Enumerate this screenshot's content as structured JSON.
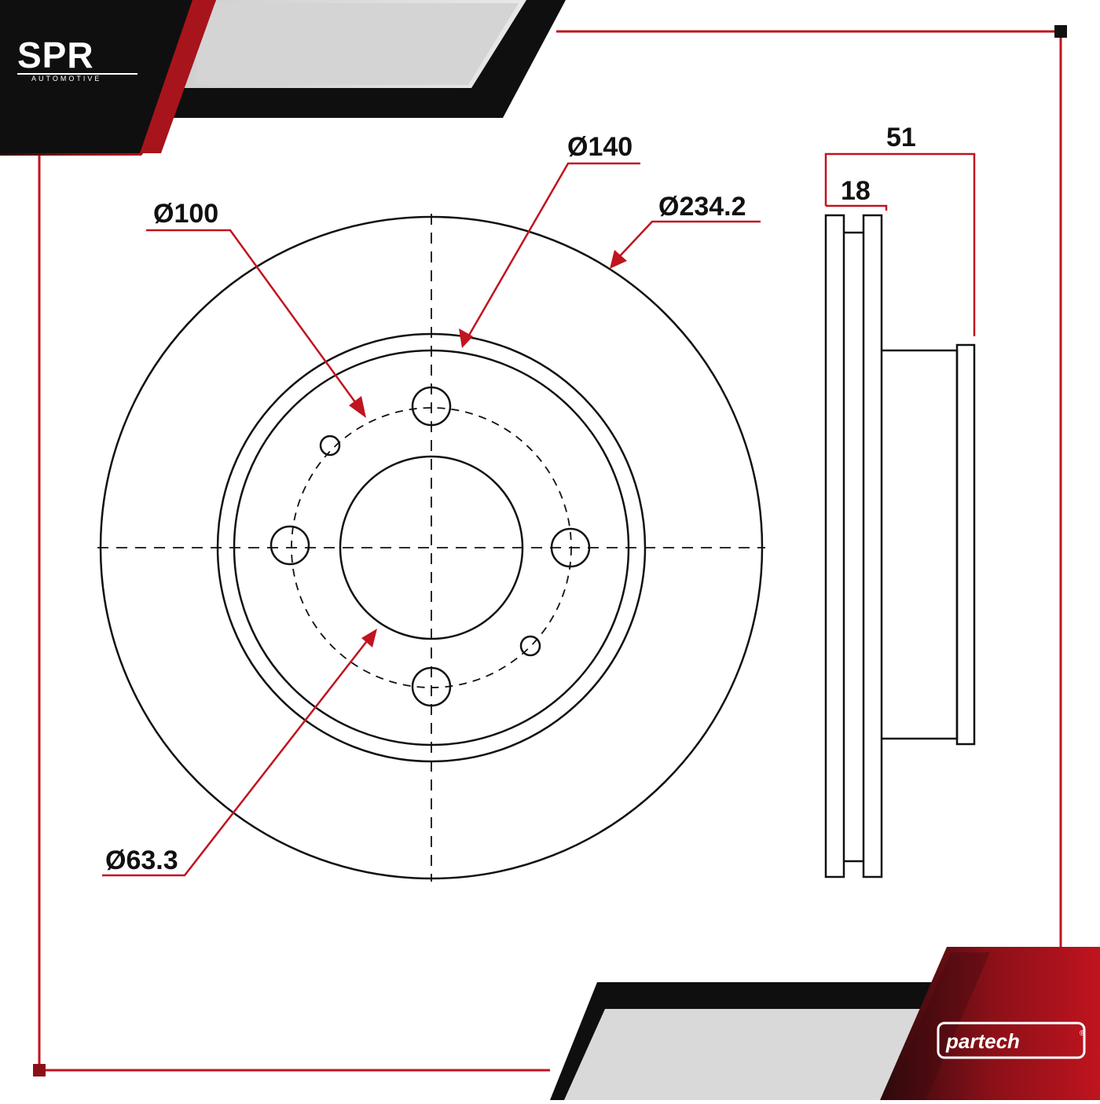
{
  "brand": {
    "name": "SPR",
    "tagline": "AUTOMOTIVE",
    "partner": "partech",
    "partner_reg": "®"
  },
  "colors": {
    "accent_red": "#c0141e",
    "dark": "#111111",
    "grey": "#d2d2d2"
  },
  "dimensions": {
    "outer_diameter": "Ø234.2",
    "bolt_circle": "Ø100",
    "hat_diameter": "Ø140",
    "center_bore": "Ø63.3",
    "total_height": "51",
    "thickness": "18"
  }
}
